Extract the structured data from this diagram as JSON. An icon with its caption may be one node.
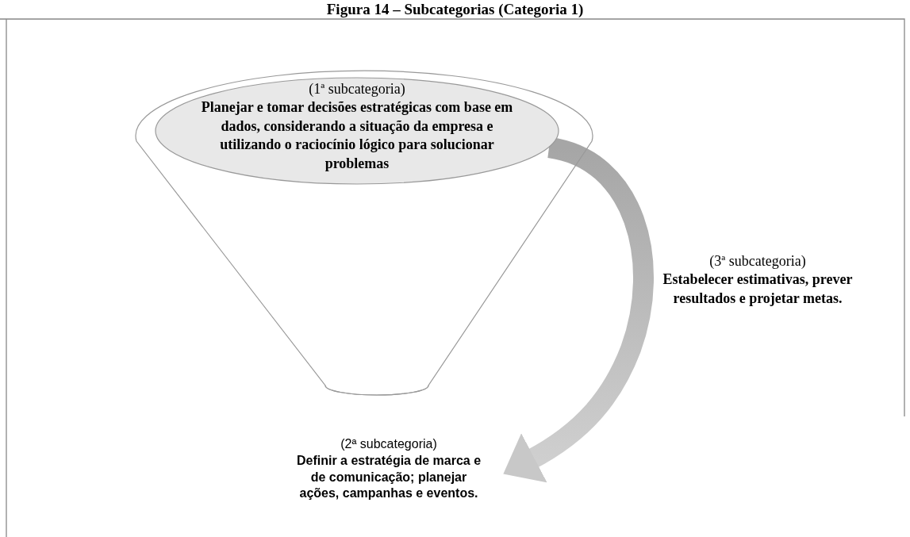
{
  "diagram": {
    "title": "Figura 14 – Subcategorias (Categoria 1)",
    "nodes": [
      {
        "text": [],
        "shape": "funnel"
      },
      {
        "text": [
          "(1ª subcategoria)",
          "Planejar e tomar decisões estratégicas com base em dados, considerando a situação da empresa e utilizando o raciocínio lógico para solucionar problemas"
        ],
        "in": 0
      },
      {
        "text": [
          "(3ª subcategoria)",
          "Estabelecer estimativas, prever resultados e projetar metas."
        ]
      },
      {
        "text": [
          "(2ª subcategoria)",
          "Definir a estratégia de marca e de comunicação; planejar ações, campanhas e eventos."
        ]
      }
    ],
    "edges": [
      {
        "from": 1,
        "to": 3,
        "arrow": "to"
      }
    ]
  }
}
